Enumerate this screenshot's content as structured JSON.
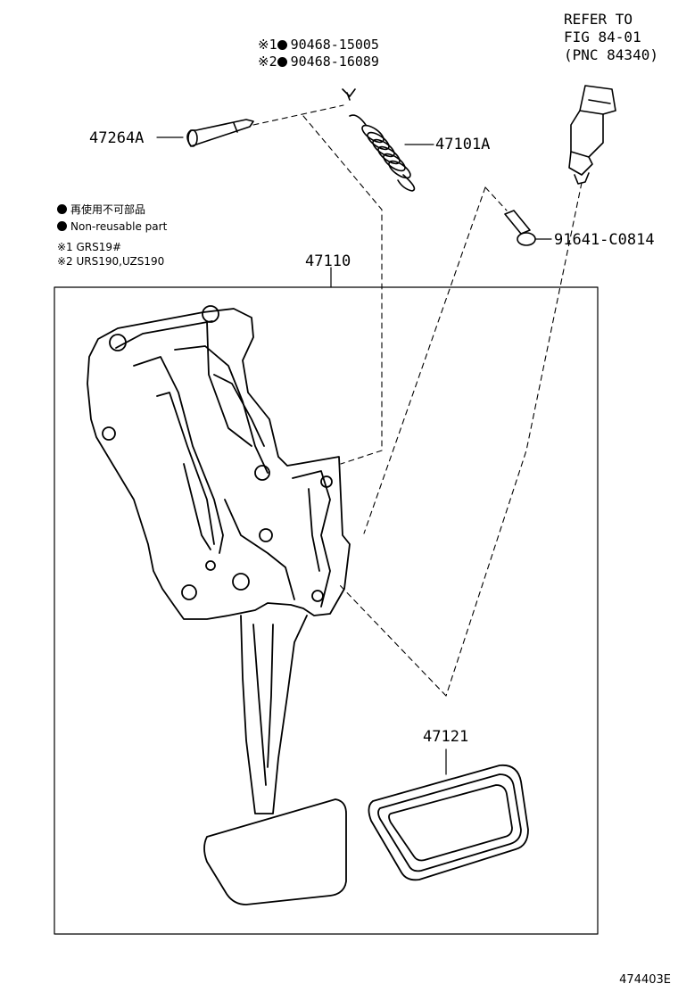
{
  "reference": {
    "line1": "REFER TO",
    "line2": "FIG 84-01",
    "line3": "(PNC 84340)"
  },
  "bolt_variants": [
    {
      "mark": "※1",
      "part": "90468-15005"
    },
    {
      "mark": "※2",
      "part": "90468-16089"
    }
  ],
  "legend": {
    "item1": "再使用不可部品",
    "item2": "Non-reusable part",
    "note1": "※1 GRS19#",
    "note2": "※2 URS190,UZS190"
  },
  "parts": {
    "pin": "47264A",
    "spring": "47101A",
    "screw": "91641-C0814",
    "assembly": "47110",
    "pad": "47121"
  },
  "figure_id": "474403E"
}
